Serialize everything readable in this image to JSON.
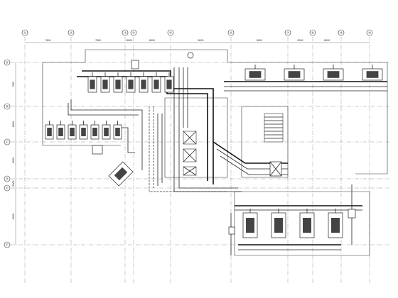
{
  "grid": {
    "columns": [
      "①",
      "②",
      "③",
      "④",
      "⑤",
      "⑥",
      "⑦",
      "⑧",
      "⑨",
      "⑩"
    ],
    "rows": [
      "Ⓐ",
      "Ⓑ",
      "Ⓒ",
      "Ⓓ",
      "Ⓔ",
      "Ⓕ"
    ],
    "column_dimensions": [
      "7800",
      "7800",
      "8000",
      "8000",
      "8000",
      "8000",
      "8000",
      "8000"
    ],
    "row_dimensions": [
      "7000",
      "6800",
      "8000",
      "8000",
      "8000"
    ]
  },
  "equipment": {
    "upper_left_units": 7,
    "mid_left_units": 7,
    "upper_right_units": 4,
    "lower_right_units": 4
  },
  "colors": {
    "line": "#222222",
    "grid": "#9a9a9a",
    "background": "#ffffff"
  }
}
